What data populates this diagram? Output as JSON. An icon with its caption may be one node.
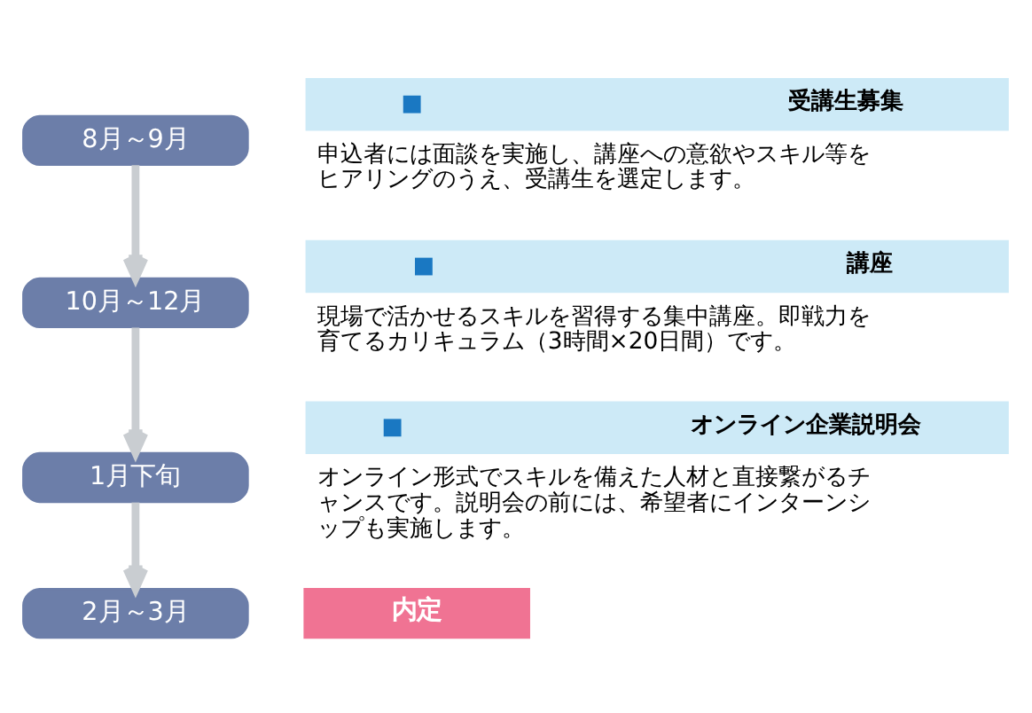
{
  "diagram": {
    "nodes": [
      {
        "text": [
          "8月～9月"
        ]
      },
      {
        "text": [
          "受講生募集",
          "申込者には面談を実施し、講座への意欲やスキル等をヒアリングのうえ、受講生を選定します。"
        ]
      },
      {
        "text": [
          "10月～12月"
        ]
      },
      {
        "text": [
          "講座",
          "現場で活かせるスキルを習得する集中講座。即戦力を育てるカリキュラム（3時間×20日間）です。"
        ]
      },
      {
        "text": [
          "1月下旬"
        ]
      },
      {
        "text": [
          "オンライン企業説明会",
          "オンライン形式でスキルを備えた人材と直接繋がるチャンスです。説明会の前には、希望者にインターンシップも実施します。"
        ]
      },
      {
        "text": [
          "2月～3月"
        ]
      },
      {
        "text": [
          "内定"
        ]
      }
    ],
    "edges": [
      {
        "from": 0,
        "to": 2,
        "arrow": "to"
      },
      {
        "from": 2,
        "to": 4,
        "arrow": "to"
      },
      {
        "from": 4,
        "to": 6,
        "arrow": "to"
      }
    ]
  }
}
